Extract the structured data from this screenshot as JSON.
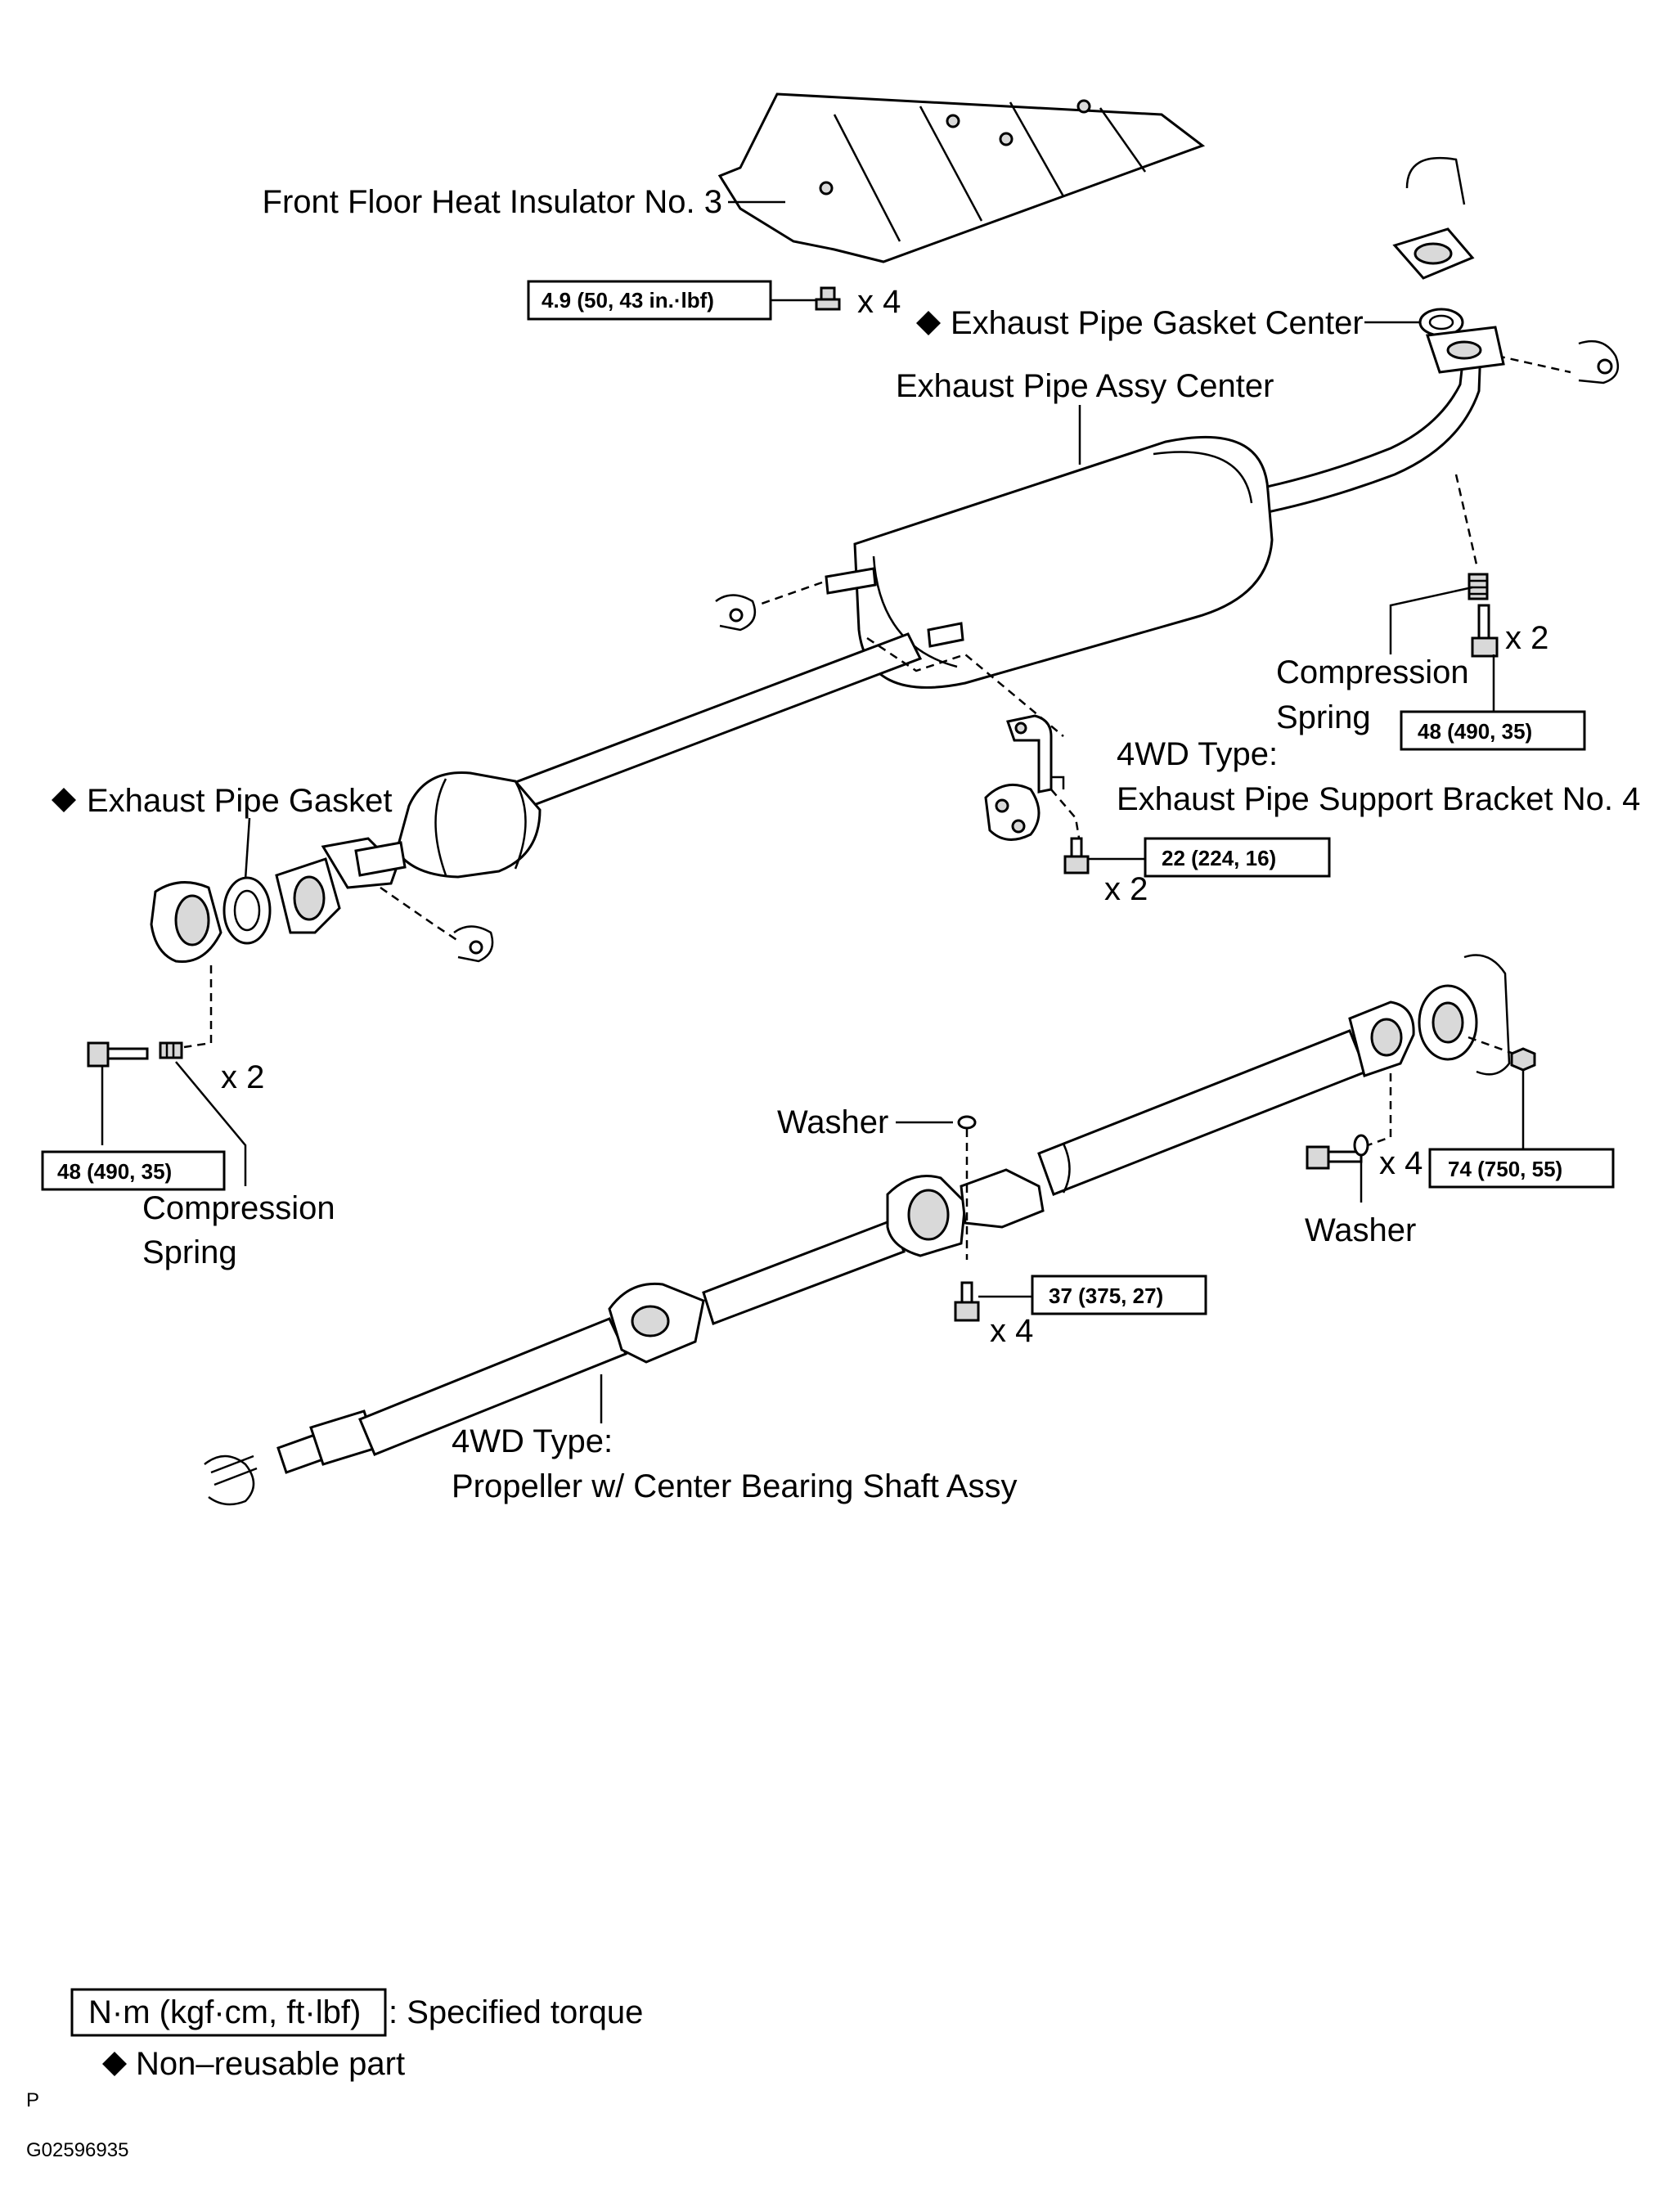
{
  "labels": {
    "heat_insulator": "Front Floor Heat Insulator No. 3",
    "gasket_center": "Exhaust Pipe Gasket Center",
    "pipe_assy_center": "Exhaust Pipe Assy Center",
    "compression_spring_right_1": "Compression",
    "compression_spring_right_2": "Spring",
    "bracket_type": "4WD Type:",
    "bracket_name": "Exhaust Pipe Support Bracket No. 4",
    "exhaust_gasket": "Exhaust Pipe Gasket",
    "compression_spring_left_1": "Compression",
    "compression_spring_left_2": "Spring",
    "washer_top": "Washer",
    "washer_right": "Washer",
    "propeller_type": "4WD Type:",
    "propeller_name": "Propeller w/ Center Bearing Shaft Assy"
  },
  "quantities": {
    "insulator_bolts": "x 4",
    "spring_right": "x 2",
    "bracket_bolts": "x 2",
    "spring_left": "x 2",
    "flange_bolts": "x 4",
    "bearing_bolts": "x 4"
  },
  "torques": {
    "insulator": "4.9 (50, 43 in.·lbf)",
    "spring_right": "48 (490, 35)",
    "bracket": "22 (224, 16)",
    "spring_left": "48 (490, 35)",
    "flange": "74 (750, 55)",
    "bearing": "37 (375, 27)"
  },
  "legend": {
    "torque_unit": "N·m (kgf·cm, ft·lbf)",
    "torque_desc": ": Specified torque",
    "non_reusable": "Non–reusable part"
  },
  "footer": {
    "page_mark": "P",
    "figure_id": "G02596935"
  }
}
